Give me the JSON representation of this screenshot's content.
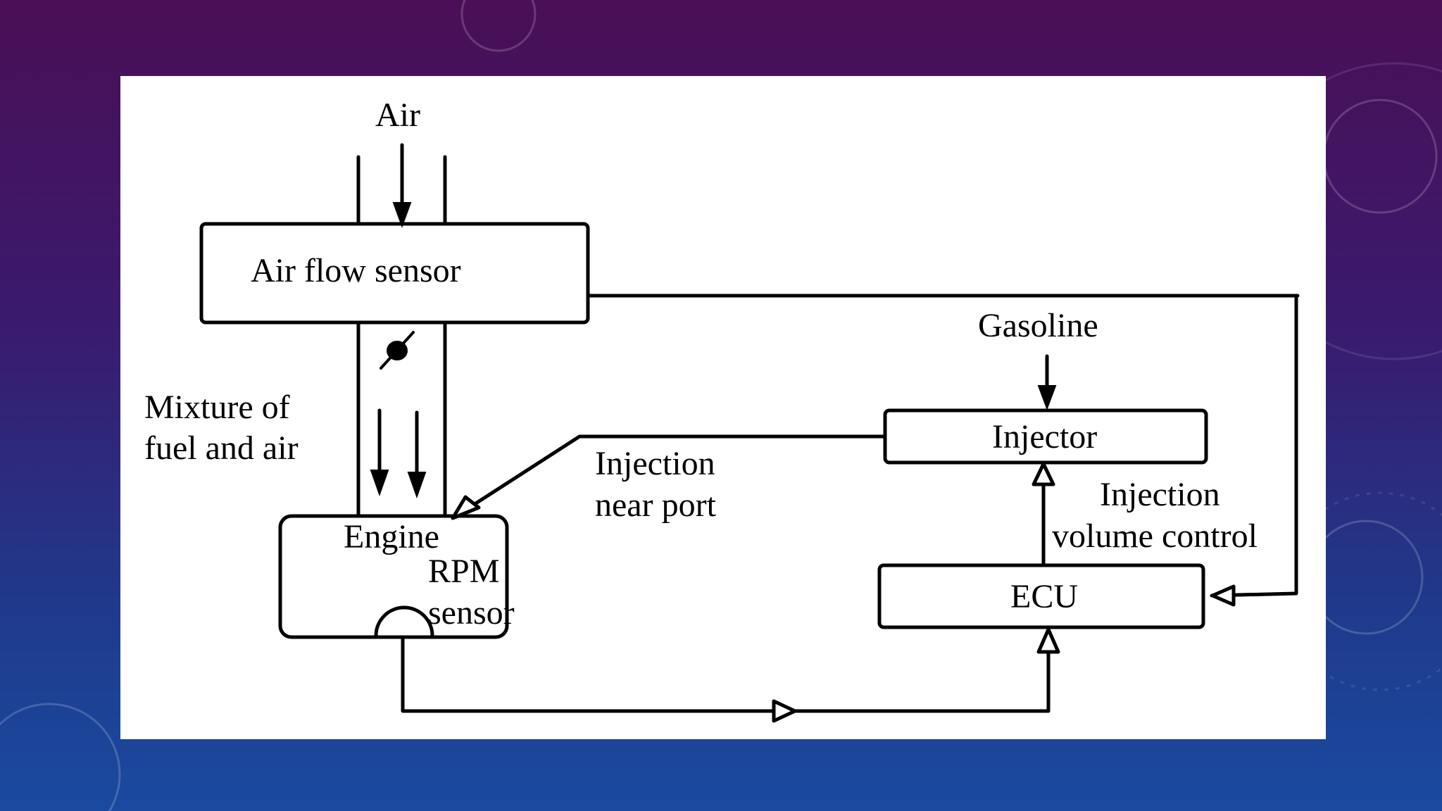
{
  "colors": {
    "background_top": "#4a0f56",
    "background_bottom": "#1a4aa0",
    "panel": "#ffffff",
    "ink": "#000000"
  },
  "diagram": {
    "air_label": "Air",
    "air_flow_sensor_label": "Air flow sensor",
    "mixture_label_line1": "Mixture of",
    "mixture_label_line2": "fuel and air",
    "engine_label": "Engine",
    "rpm_sensor_line1": "RPM",
    "rpm_sensor_line2": "sensor",
    "gasoline_label": "Gasoline",
    "injector_label": "Injector",
    "injection_near_port_line1": "Injection",
    "injection_near_port_line2": "near port",
    "injection_volume_control_line1": "Injection",
    "injection_volume_control_line2": "volume control",
    "ecu_label": "ECU"
  }
}
